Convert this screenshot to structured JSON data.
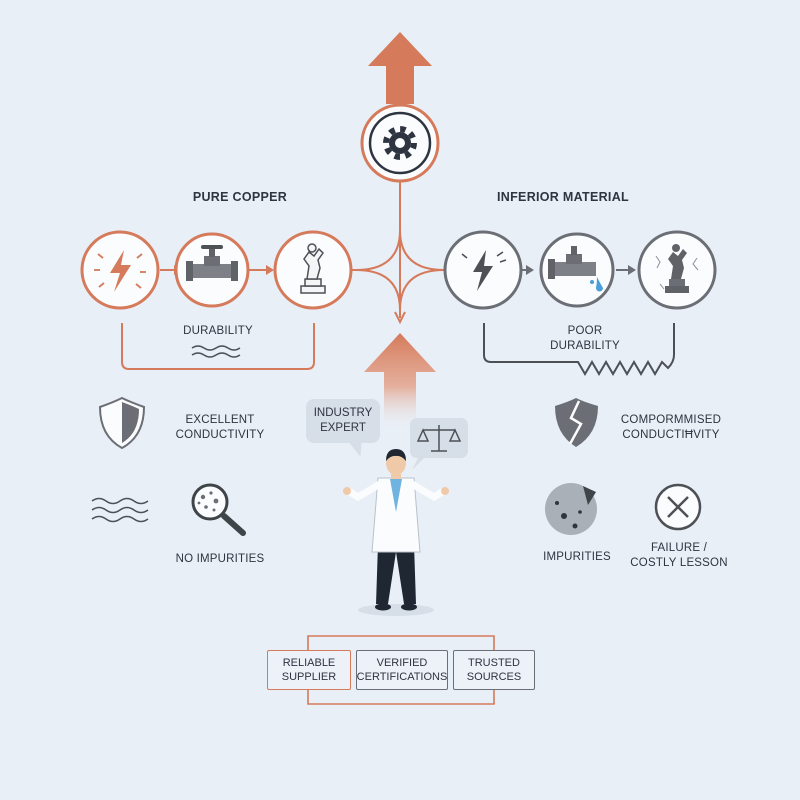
{
  "headers": {
    "left": "PURE COPPER",
    "right": "INFERIOR MATERIAL"
  },
  "labels": {
    "durability_good": "DURABILITY",
    "durability_poor": "POOR\nDURABILITY",
    "conductivity_good": "EXCELLENT\nCONDUCTIVITY",
    "conductivity_bad": "COMPORMMISED\nCONDUCTIĦVITY",
    "no_impurities": "NO IMPURITIES",
    "impurities": "IMPURITIES",
    "failure": "FAILURE /\nCOSTLY LESSON",
    "expert": "INDUSTRY\nEXPERT"
  },
  "boxes": [
    "RELIABLE\nSUPPLIER",
    "VERIFIED\nCERTIFICATIONS",
    "TRUSTED\nSOURCES"
  ],
  "colors": {
    "copper": "#d57a5a",
    "gray": "#6b6f75",
    "dark": "#2e3440",
    "background": "#e9eff7",
    "water": "#4a9fd8"
  },
  "icons": {
    "top": "gear-icon",
    "left_flow": [
      "lightning-icon",
      "pipe-icon",
      "statue-icon"
    ],
    "right_flow": [
      "broken-lightning-icon",
      "leaking-pipe-icon",
      "cracked-statue-icon"
    ],
    "left_features": [
      "shield-icon",
      "wave-icon",
      "magnifier-icon"
    ],
    "right_features": [
      "cracked-shield-icon",
      "impurity-sphere-icon",
      "x-circle-icon"
    ],
    "figure": "scientist-icon",
    "bubble": "balance-scale-icon"
  }
}
